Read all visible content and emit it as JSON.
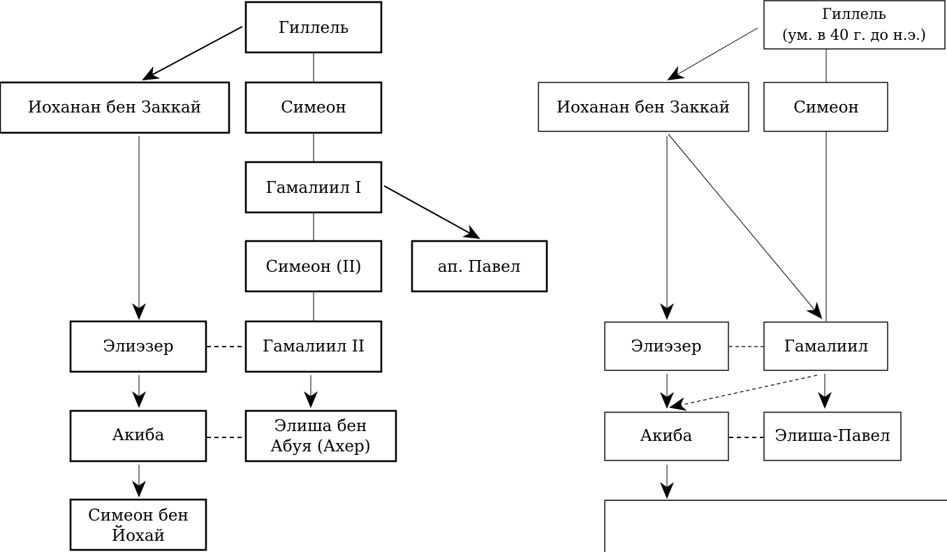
{
  "left": {
    "hillel": "Гиллель",
    "yohanan": "Иоханан бен Заккай",
    "simeon": "Симеон",
    "gamaliel1": "Гамалиил I",
    "simeon2": "Симеон (II)",
    "paul": "ап. Павел",
    "eliezer": "Элиэзер",
    "gamaliel2": "Гамалиил II",
    "akiba": "Акиба",
    "elisha_line1": "Элиша бен",
    "elisha_line2": "Абуя (Ахер)",
    "simeon_yohai_line1": "Симеон бен",
    "simeon_yohai_line2": "Йохай"
  },
  "right": {
    "hillel_line1": "Гиллель",
    "hillel_line2": "(ум. в 40 г. до н.э.)",
    "yohanan": "Иоханан бен Заккай",
    "simeon": "Симеон",
    "eliezer": "Элиэзер",
    "gamaliel": "Гамалиил",
    "akiba": "Акиба",
    "elisha_paul": "Элиша-Павел"
  }
}
